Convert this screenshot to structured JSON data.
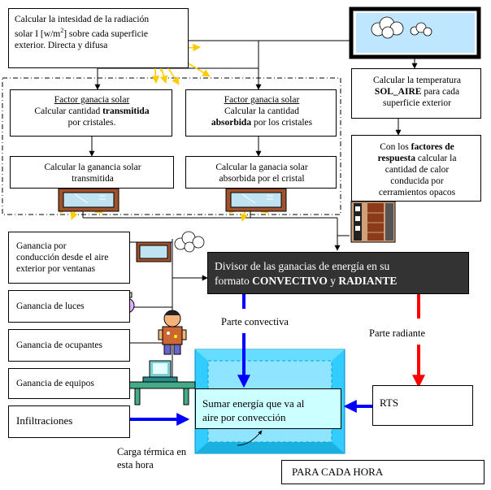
{
  "solar_calc": {
    "l1": "Calcular la intesidad de la radiación",
    "l2a": "solar I [w/m",
    "l2sup": "2",
    "l2b": "] sobre cada superficie",
    "l3": "exterior. Directa y difusa"
  },
  "factor_transmitida": {
    "title": "Factor ganacia solar",
    "l1": "Calcular cantidad ",
    "bold": "transmitida",
    "l2": "por cristales."
  },
  "factor_absorbida": {
    "title": "Factor ganacia solar",
    "l1": "Calcular la cantidad",
    "bold": "absorbida",
    "l2": " por los cristales"
  },
  "ganancia_transmitida": {
    "l1": "Calcular la ganancia solar",
    "l2": "transmitida"
  },
  "ganancia_absorbida": {
    "l1": "Calcular la ganacia solar",
    "l2": "absorbida por el cristal"
  },
  "sol_aire": {
    "l1": "Calcular la temperatura",
    "bold": "SOL_AIRE",
    "l2": " para cada",
    "l3": "superficie exterior"
  },
  "respuesta": {
    "l1a": "Con los ",
    "l1b": "factores de",
    "l2a": "respuesta",
    "l2b": " calcular la",
    "l3": "cantidad de calor",
    "l4": "conducida por",
    "l5": "cerramientos opacos"
  },
  "conduccion": {
    "l1": "Ganancia por",
    "l2": "conducción desde el aire",
    "l3": "exterior por  ventanas"
  },
  "luces": "Ganancia de luces",
  "ocupantes": "Ganancia de ocupantes",
  "equipos": "Ganancia de equipos",
  "infiltraciones": "Infiltraciones",
  "divisor": {
    "l1": "Divisor de las ganacias de energía en su",
    "l2a": "formato ",
    "bold1": "CONVECTIVO",
    "mid": " y ",
    "bold2": "RADIANTE"
  },
  "parte_convectiva": "Parte convectiva",
  "parte_radiante": "Parte radiante",
  "sumar": {
    "l1": "Sumar energía que va al",
    "l2": "aire por convección"
  },
  "rts": "RTS",
  "carga": {
    "l1": "Carga térmica en",
    "l2": "esta hora"
  },
  "cada_hora": "PARA CADA HORA",
  "colors": {
    "blue": "#0000ff",
    "red": "#ff0000",
    "yellow": "#ffcc00",
    "divisor_bg": "#333333",
    "room": "#33ccff",
    "sumar_bg": "#ccffff",
    "window": "#a0522d",
    "pane": "#bfe3f0"
  }
}
